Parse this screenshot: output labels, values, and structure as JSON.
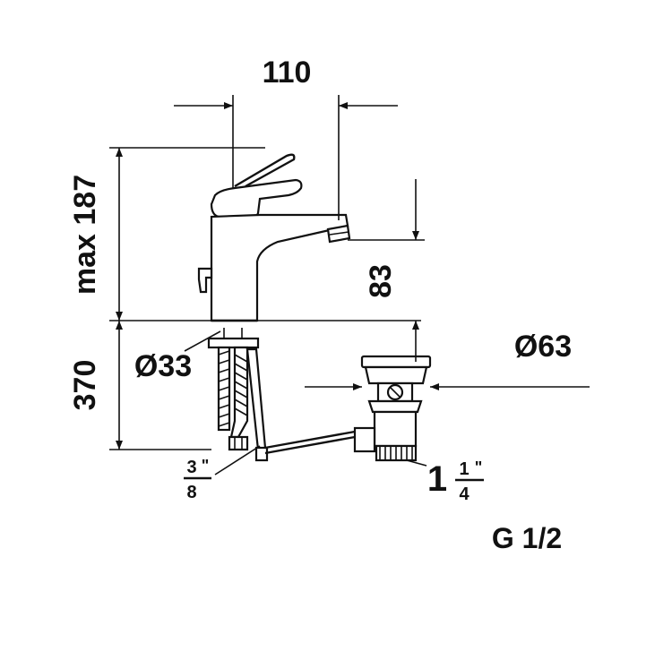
{
  "drawing": {
    "dim_width": "110",
    "dim_height_max": "max 187",
    "dim_spout_height": "83",
    "dim_below": "370",
    "dim_hole_diameter": "Ø33",
    "dim_waste_diameter": "Ø63",
    "hose_fraction": {
      "numerator": "3",
      "inch": "\"",
      "denominator": "8"
    },
    "waste_thread": {
      "whole": "1",
      "numerator": "1",
      "inch": "\"",
      "denominator": "4"
    },
    "connection_thread": "G 1/2"
  },
  "colors": {
    "line": "#111111",
    "background": "#ffffff"
  }
}
